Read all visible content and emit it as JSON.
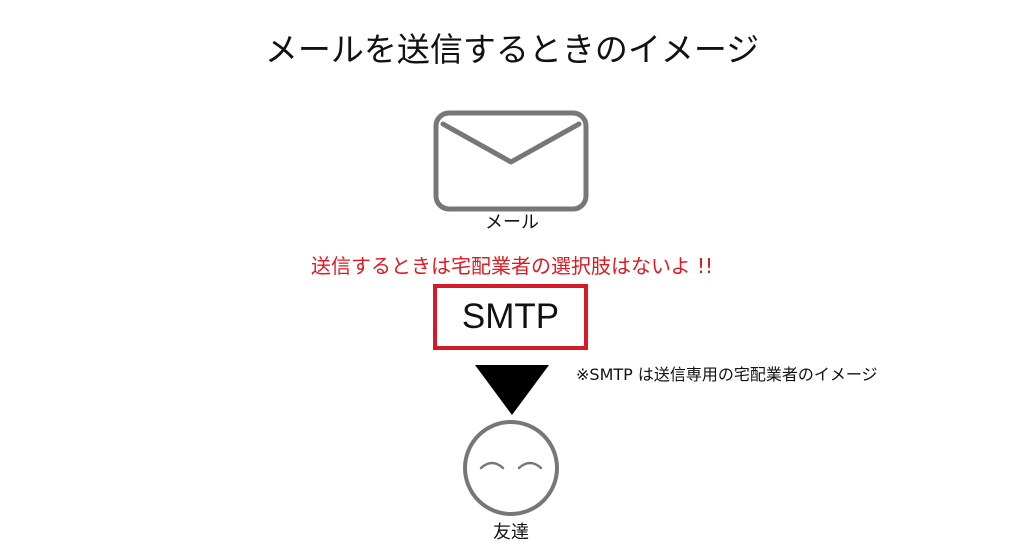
{
  "diagram": {
    "title": "メールを送信するときのイメージ",
    "mail_label": "メール",
    "warning": "送信するときは宅配業者の選択肢はないよ !!",
    "smtp_label": "SMTP",
    "note": "※SMTP は送信専用の宅配業者のイメージ",
    "friend_label": "友達"
  },
  "colors": {
    "accent_red": "#d51a28",
    "warning_text": "#e01a22",
    "icon_gray": "#777777",
    "arrow": "#000000"
  },
  "icons": {
    "mail": "envelope-icon",
    "flow": "arrow-down-icon",
    "friend": "smiling-face-icon"
  }
}
